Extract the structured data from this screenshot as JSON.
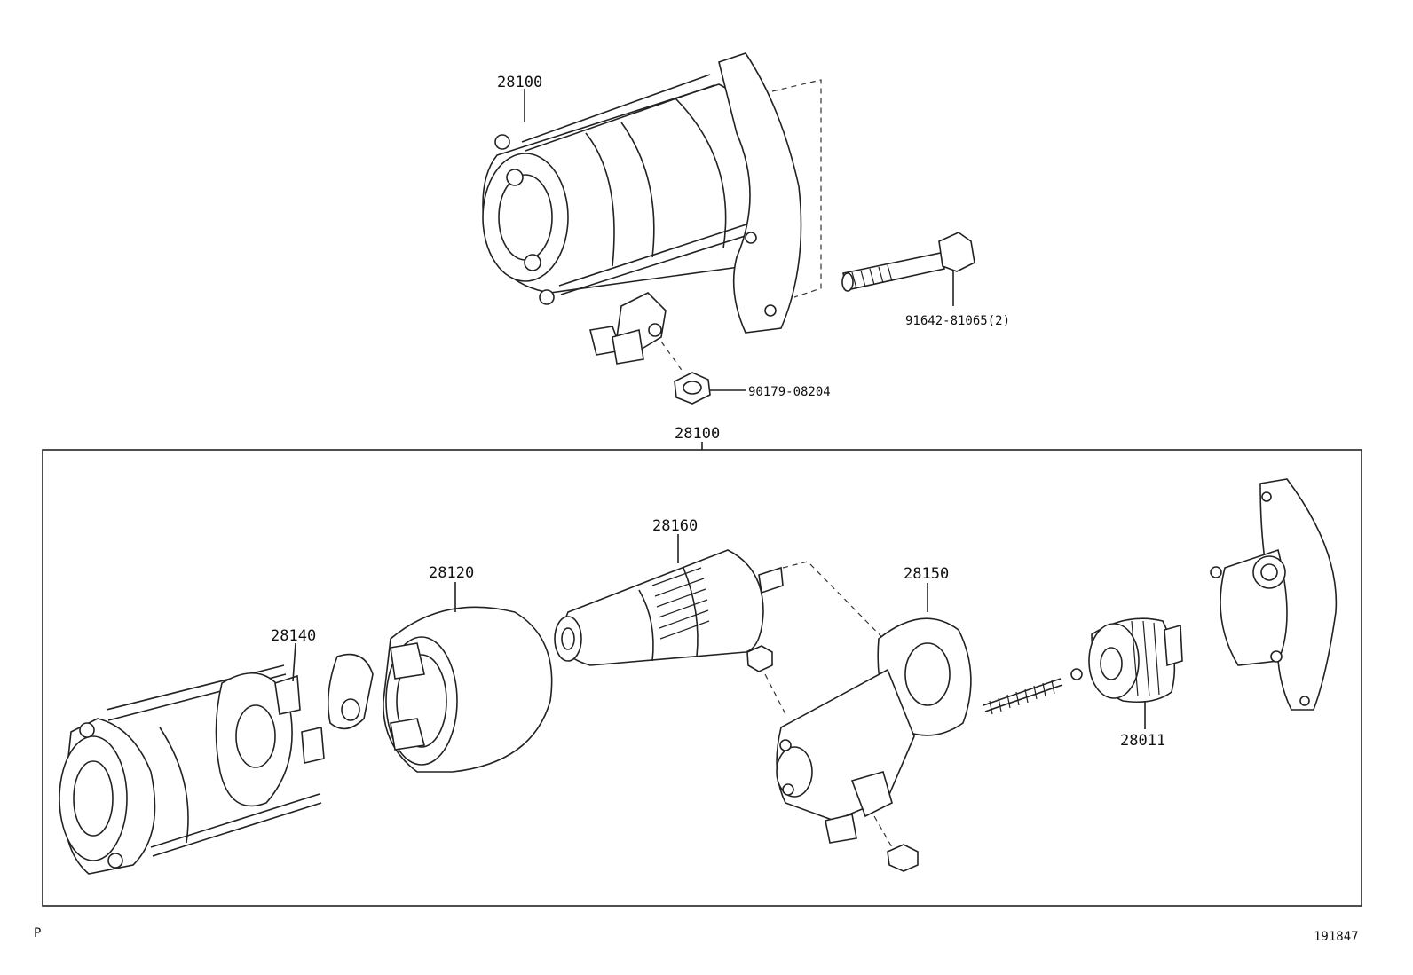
{
  "labels": {
    "top_assembly": "28100",
    "bolt": "91642-81065(2)",
    "nut": "90179-08204",
    "kit_frame": "28100",
    "yoke": "28140",
    "field_frame": "28120",
    "armature": "28160",
    "housing": "28150",
    "clutch": "28011"
  },
  "footer": {
    "left_mark": "P",
    "figure_number": "191847"
  }
}
